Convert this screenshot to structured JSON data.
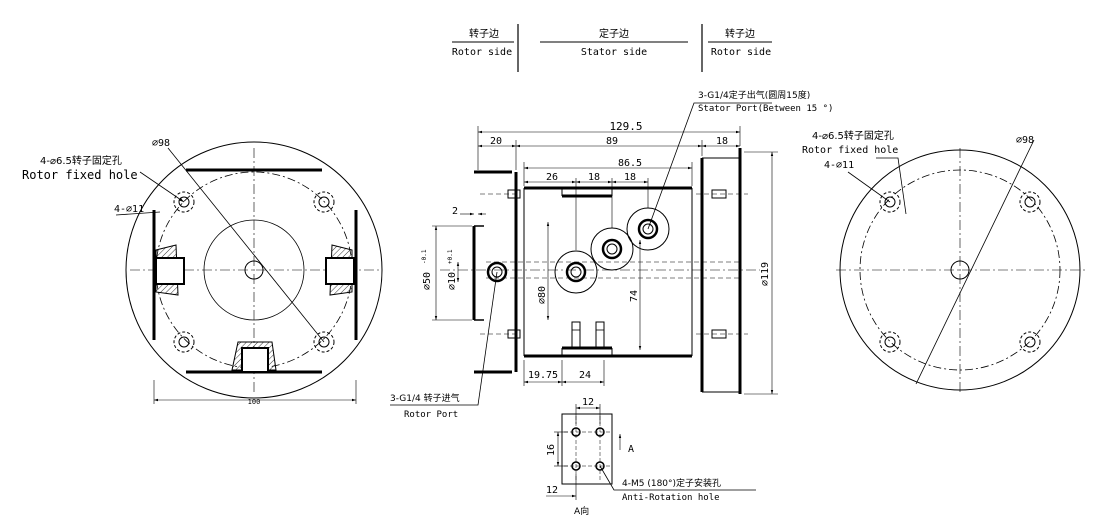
{
  "header": {
    "rotor_left_cn": "转子边",
    "rotor_left_en": "Rotor side",
    "stator_cn": "定子边",
    "stator_en": "Stator side",
    "rotor_right_cn": "转子边",
    "rotor_right_en": "Rotor side"
  },
  "left_view": {
    "hole_note_cn": "4-⌀6.5转子固定孔",
    "hole_note_en": "Rotor fixed hole",
    "pcd_label": "4-⌀11",
    "dia_label": "⌀98",
    "width_label": "100"
  },
  "side_view": {
    "stator_port_cn": "3-G1/4定子出气(圆周15度)",
    "stator_port_en": "Stator Port(Between 15 °)",
    "rotor_port_cn": "3-G1/4 转子进气",
    "rotor_port_en": "Rotor Port",
    "dims": {
      "overall": "129.5",
      "left": "20",
      "body": "89",
      "right": "18",
      "inner": "86.5",
      "seg1": "26",
      "seg2": "18",
      "seg3": "18",
      "gap": "2",
      "bottom1": "19.75",
      "bottom2": "24",
      "d50": "⌀50",
      "d50_tol": "-0.1",
      "d10": "⌀10",
      "d10_tol": "+0.1",
      "d80": "⌀80",
      "d74": "74",
      "d119": "⌀119"
    }
  },
  "detail_view": {
    "dim_top": "12",
    "dim_left": "16",
    "dim_bottom": "12",
    "arrow_label": "A",
    "note_cn": "4-M5 (180°)定子安装孔",
    "note_en": "Anti-Rotation hole",
    "caption": "A向"
  },
  "right_view": {
    "hole_note_cn": "4-⌀6.5转子固定孔",
    "hole_note_en": "Rotor fixed hole",
    "pcd_label": "4-⌀11",
    "dia_label": "⌀98"
  }
}
